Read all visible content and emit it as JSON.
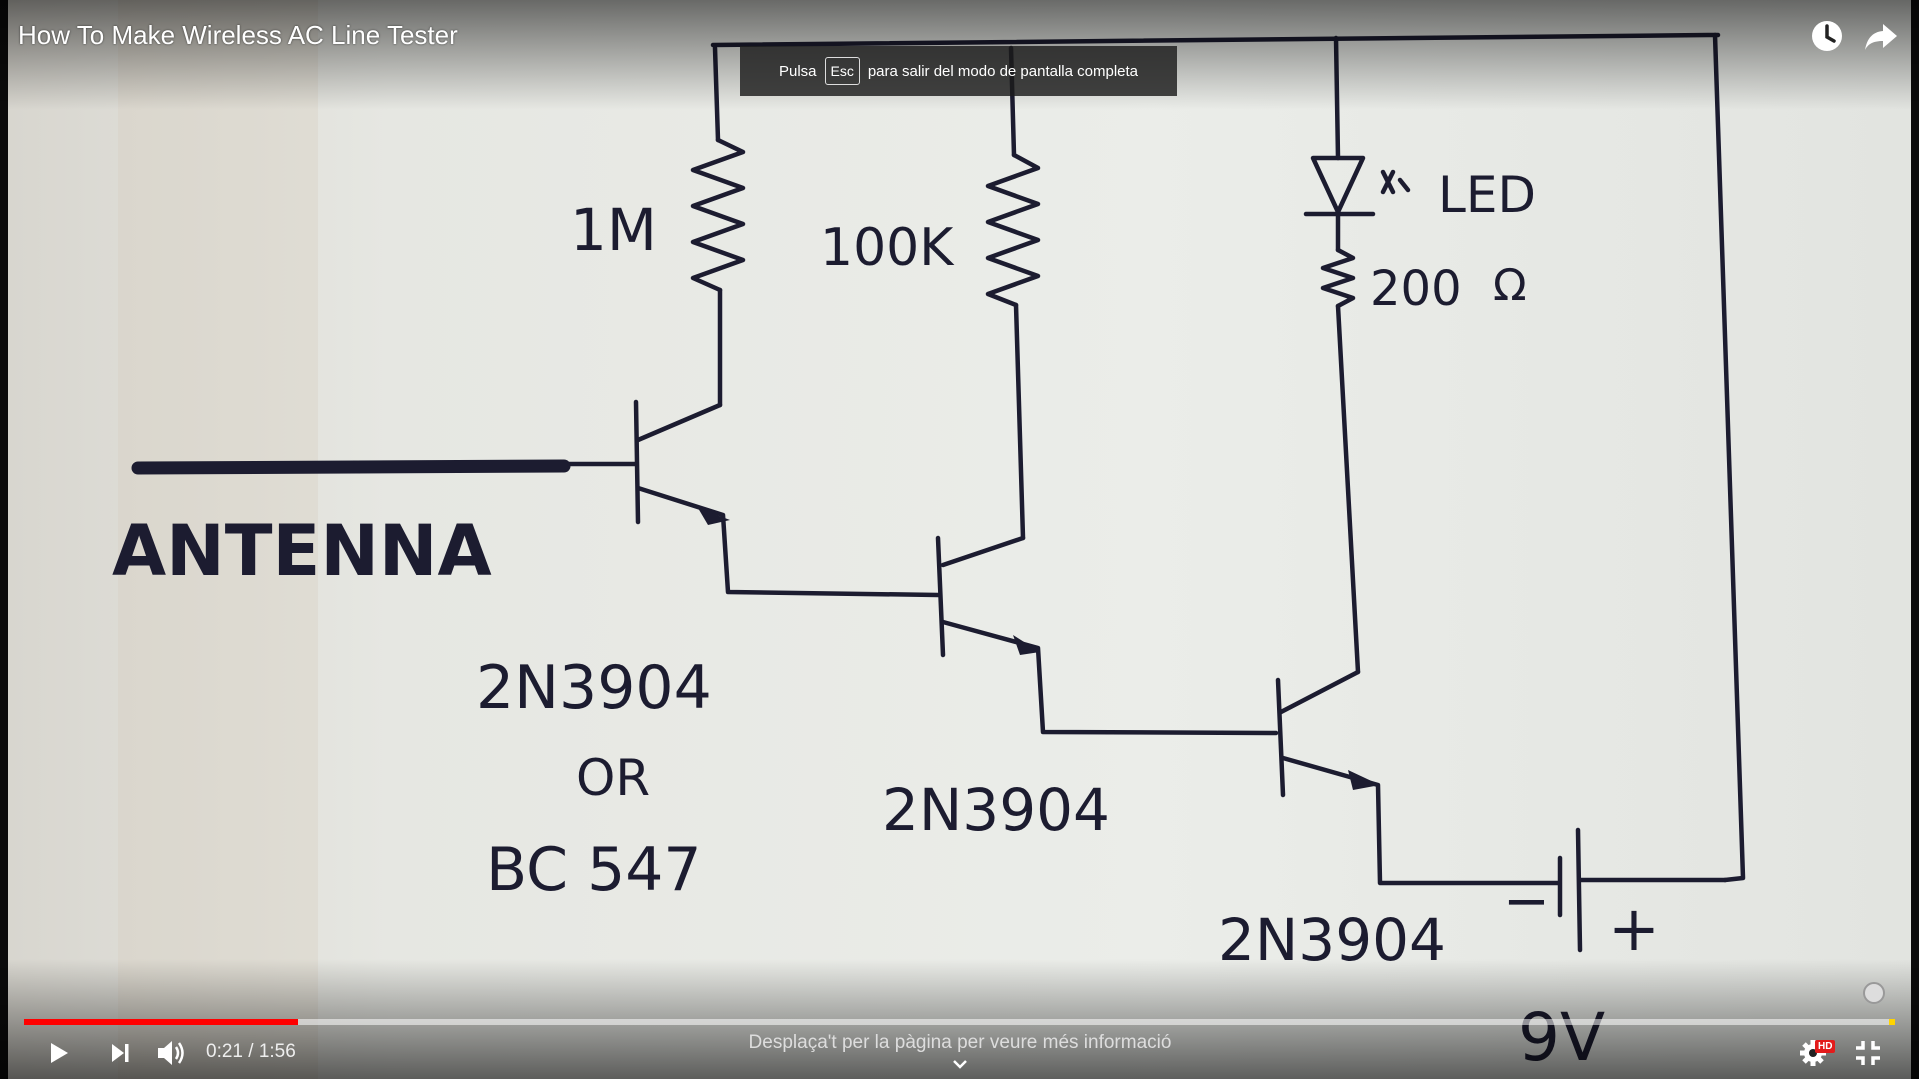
{
  "video": {
    "title": "How To Make Wireless AC Line Tester",
    "fullscreen_notice": {
      "before": "Pulsa",
      "key": "Esc",
      "after": "para salir del modo de pantalla completa"
    },
    "scroll_hint": "Desplaça't per la pàgina per veure més informació",
    "time": "0:21 / 1:56",
    "progress": 0.1465,
    "hd_badge": "HD"
  },
  "schematic": {
    "r1": "1M",
    "r2": "100K",
    "led": "LED",
    "r3": "200",
    "r3_unit": "Ω",
    "antenna": "ANTENNA",
    "q1_line1": "2N3904",
    "q1_line2": "OR",
    "q1_line3": "BC 547",
    "q2": "2N3904",
    "q3": "2N3904",
    "battery_minus": "−",
    "battery_plus": "+",
    "battery": "9V"
  },
  "icons": {
    "watch_later": "clock-icon",
    "share": "share-arrow-icon",
    "play": "play-icon",
    "next": "next-icon",
    "volume": "volume-icon",
    "settings": "gear-icon",
    "exit_fullscreen": "exit-fullscreen-icon",
    "ambient": "ambient-icon"
  },
  "colors": {
    "progress": "#ff0000",
    "paper": "#e9ebe6",
    "ink": "#1c1c30"
  }
}
